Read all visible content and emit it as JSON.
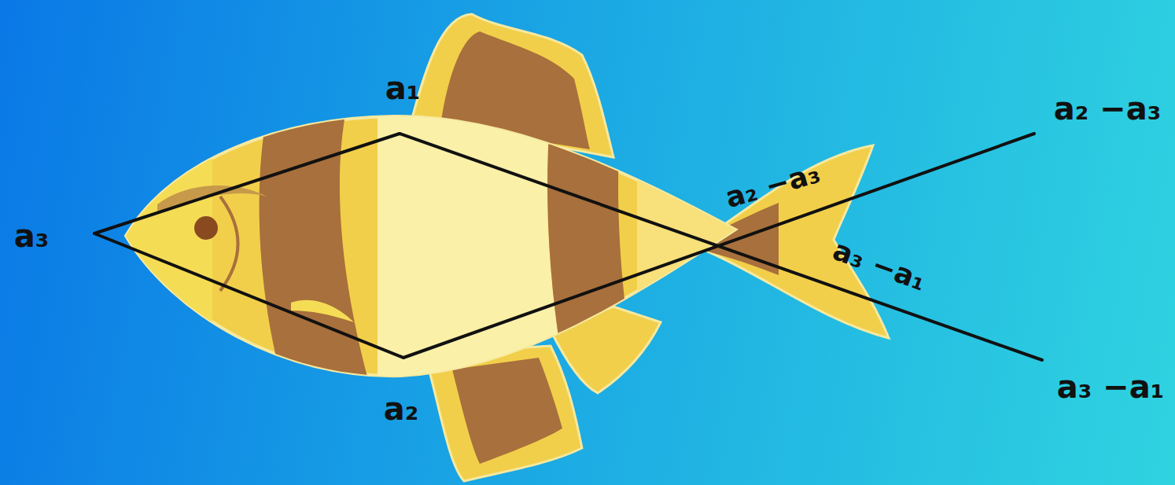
{
  "diagram": {
    "labels": [
      "a₁",
      "a₃",
      "a₂",
      "a₂ −a₃",
      "a₃ −a₁",
      "a₂ −a₃",
      "a₃ −a₁"
    ]
  }
}
